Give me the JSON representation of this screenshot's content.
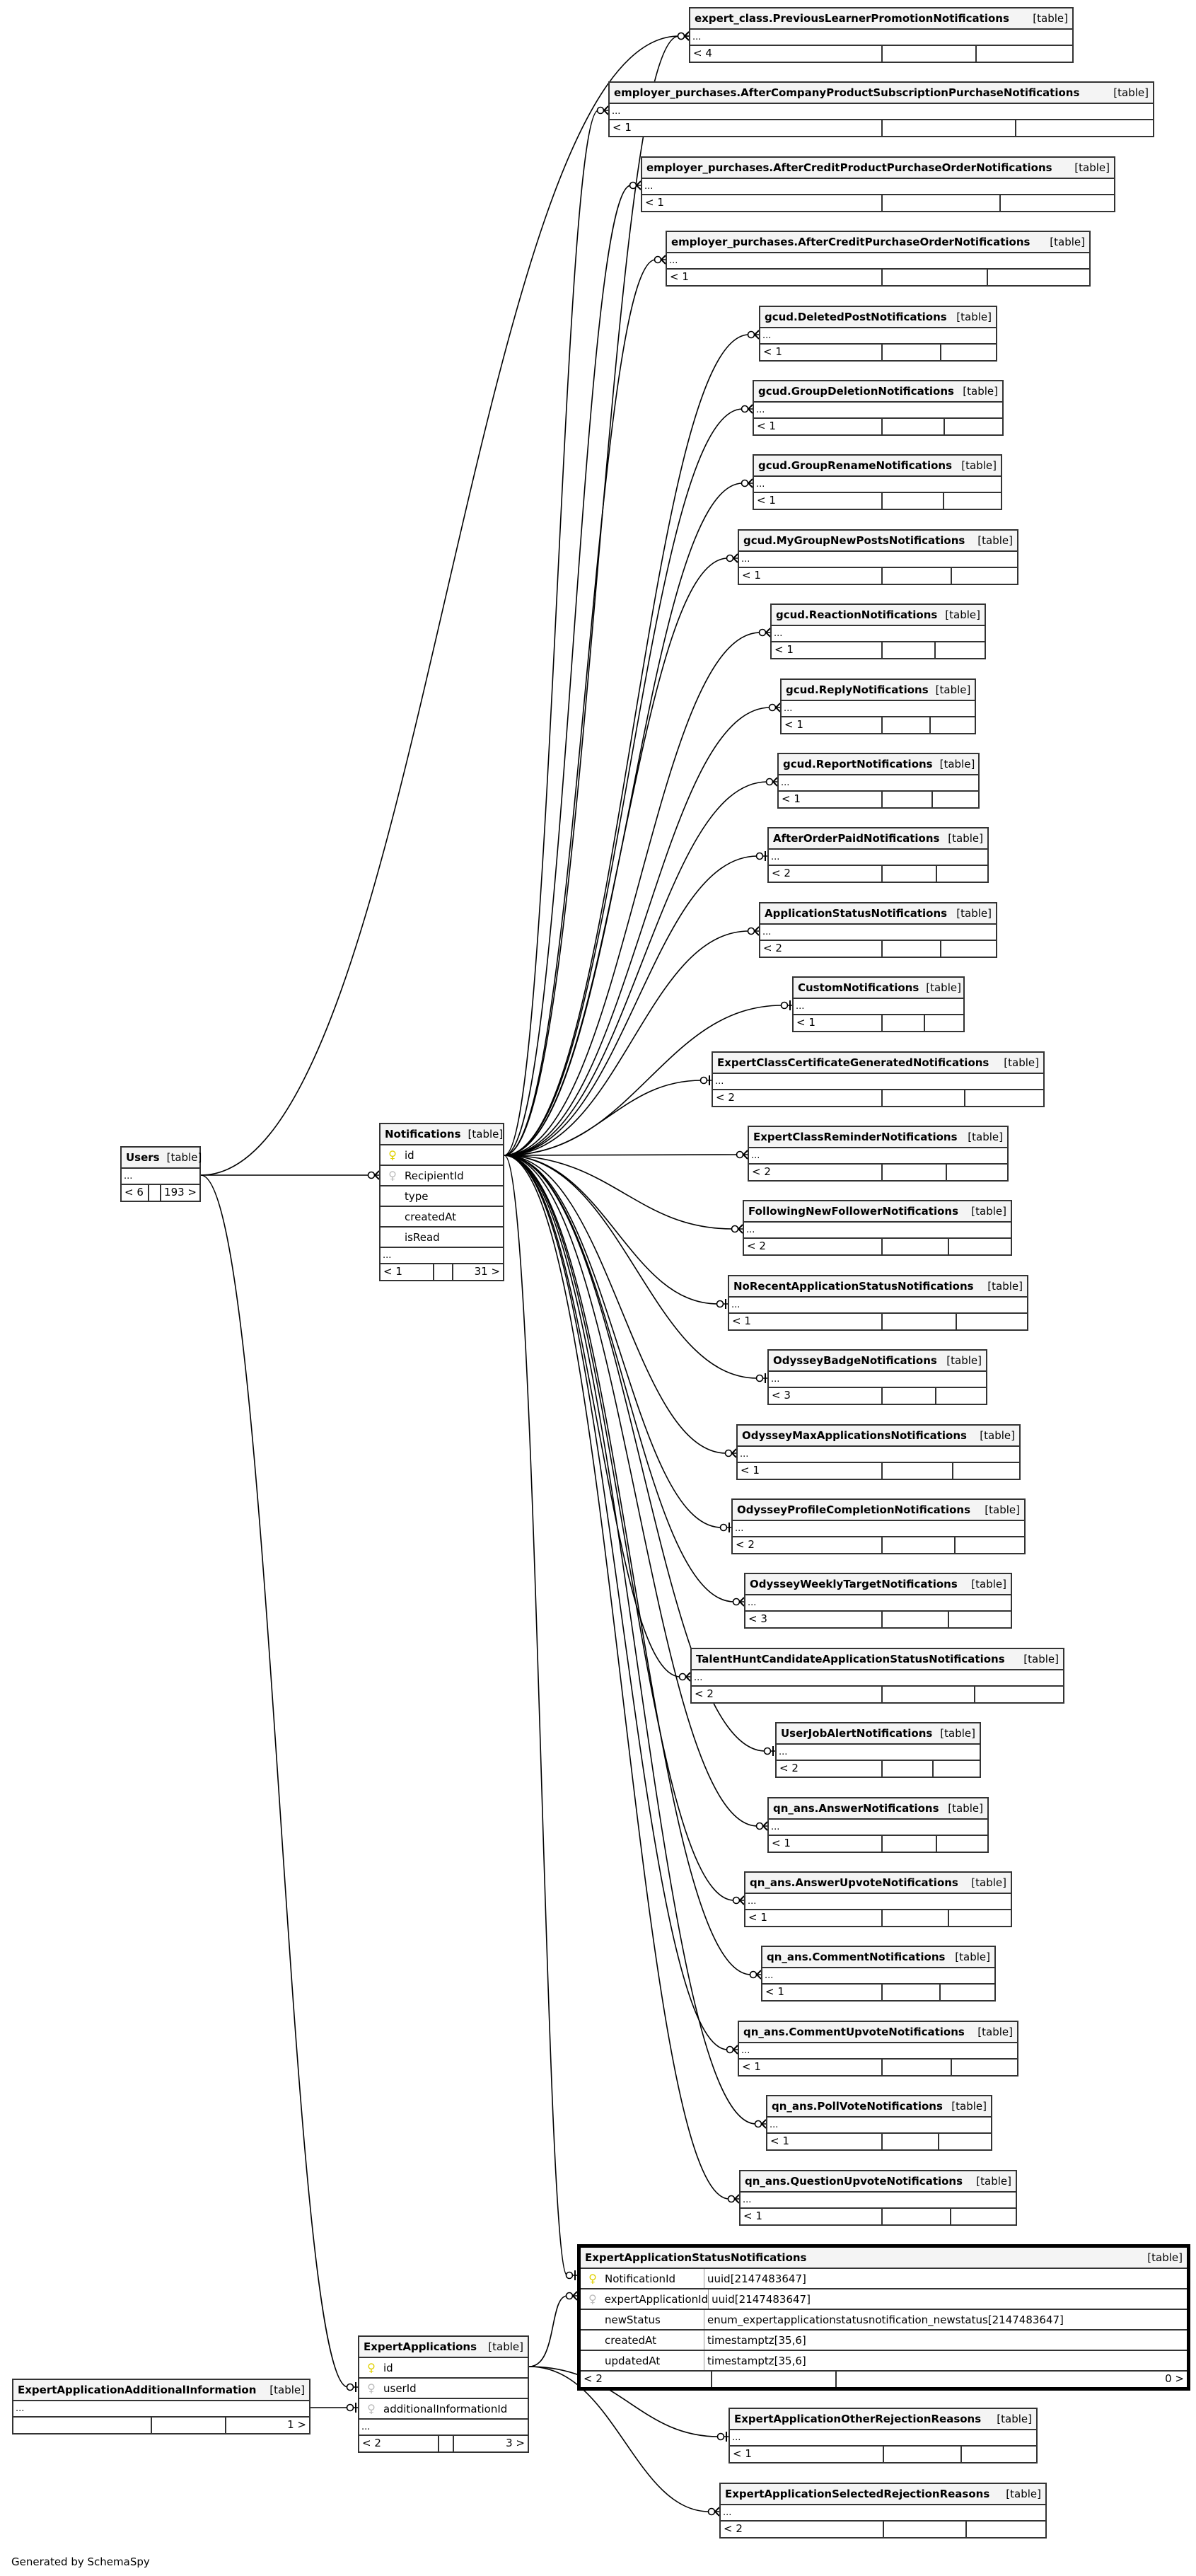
{
  "table_tag": "[table]",
  "dots": "...",
  "generated_by": "Generated by SchemaSpy",
  "tables": [
    {
      "name": "expert_class.PreviousLearnerPromotionNotifications",
      "footer": [
        "< 4",
        "",
        ""
      ]
    },
    {
      "name": "employer_purchases.AfterCompanyProductSubscriptionPurchaseNotifications",
      "footer": [
        "< 1",
        "",
        ""
      ]
    },
    {
      "name": "employer_purchases.AfterCreditProductPurchaseOrderNotifications",
      "footer": [
        "< 1",
        "",
        ""
      ]
    },
    {
      "name": "employer_purchases.AfterCreditPurchaseOrderNotifications",
      "footer": [
        "< 1",
        "",
        ""
      ]
    },
    {
      "name": "gcud.DeletedPostNotifications",
      "footer": [
        "< 1",
        "",
        ""
      ]
    },
    {
      "name": "gcud.GroupDeletionNotifications",
      "footer": [
        "< 1",
        "",
        ""
      ]
    },
    {
      "name": "gcud.GroupRenameNotifications",
      "footer": [
        "< 1",
        "",
        ""
      ]
    },
    {
      "name": "gcud.MyGroupNewPostsNotifications",
      "footer": [
        "< 1",
        "",
        ""
      ]
    },
    {
      "name": "gcud.ReactionNotifications",
      "footer": [
        "< 1",
        "",
        ""
      ]
    },
    {
      "name": "gcud.ReplyNotifications",
      "footer": [
        "< 1",
        "",
        ""
      ]
    },
    {
      "name": "gcud.ReportNotifications",
      "footer": [
        "< 1",
        "",
        ""
      ]
    },
    {
      "name": "AfterOrderPaidNotifications",
      "footer": [
        "< 2",
        "",
        ""
      ]
    },
    {
      "name": "ApplicationStatusNotifications",
      "footer": [
        "< 2",
        "",
        ""
      ]
    },
    {
      "name": "CustomNotifications",
      "footer": [
        "< 1",
        "",
        ""
      ]
    },
    {
      "name": "ExpertClassCertificateGeneratedNotifications",
      "footer": [
        "< 2",
        "",
        ""
      ]
    },
    {
      "name": "ExpertClassReminderNotifications",
      "footer": [
        "< 2",
        "",
        ""
      ]
    },
    {
      "name": "FollowingNewFollowerNotifications",
      "footer": [
        "< 2",
        "",
        ""
      ]
    },
    {
      "name": "NoRecentApplicationStatusNotifications",
      "footer": [
        "< 1",
        "",
        ""
      ]
    },
    {
      "name": "OdysseyBadgeNotifications",
      "footer": [
        "< 3",
        "",
        ""
      ]
    },
    {
      "name": "OdysseyMaxApplicationsNotifications",
      "footer": [
        "< 1",
        "",
        ""
      ]
    },
    {
      "name": "OdysseyProfileCompletionNotifications",
      "footer": [
        "< 2",
        "",
        ""
      ]
    },
    {
      "name": "OdysseyWeeklyTargetNotifications",
      "footer": [
        "< 3",
        "",
        ""
      ]
    },
    {
      "name": "TalentHuntCandidateApplicationStatusNotifications",
      "footer": [
        "< 2",
        "",
        ""
      ]
    },
    {
      "name": "UserJobAlertNotifications",
      "footer": [
        "< 2",
        "",
        ""
      ]
    },
    {
      "name": "qn_ans.AnswerNotifications",
      "footer": [
        "< 1",
        "",
        ""
      ]
    },
    {
      "name": "qn_ans.AnswerUpvoteNotifications",
      "footer": [
        "< 1",
        "",
        ""
      ]
    },
    {
      "name": "qn_ans.CommentNotifications",
      "footer": [
        "< 1",
        "",
        ""
      ]
    },
    {
      "name": "qn_ans.CommentUpvoteNotifications",
      "footer": [
        "< 1",
        "",
        ""
      ]
    },
    {
      "name": "qn_ans.PollVoteNotifications",
      "footer": [
        "< 1",
        "",
        ""
      ]
    },
    {
      "name": "qn_ans.QuestionUpvoteNotifications",
      "footer": [
        "< 1",
        "",
        ""
      ]
    },
    {
      "name": "Users",
      "footer": [
        "< 6",
        "",
        "193 >"
      ]
    },
    {
      "name": "Notifications",
      "columns": [
        {
          "name": "id",
          "key": "primary-key"
        },
        {
          "name": "RecipientId",
          "key": "foreign-key"
        },
        {
          "name": "type"
        },
        {
          "name": "createdAt"
        },
        {
          "name": "isRead"
        }
      ],
      "footer": [
        "< 1",
        "",
        "31 >"
      ]
    },
    {
      "name": "ExpertApplicationStatusNotifications",
      "columns": [
        {
          "name": "NotificationId",
          "type": "uuid[2147483647]",
          "key": "primary-key"
        },
        {
          "name": "expertApplicationId",
          "type": "uuid[2147483647]",
          "key": "foreign-key"
        },
        {
          "name": "newStatus",
          "type": "enum_expertapplicationstatusnotification_newstatus[2147483647]"
        },
        {
          "name": "createdAt",
          "type": "timestamptz[35,6]"
        },
        {
          "name": "updatedAt",
          "type": "timestamptz[35,6]"
        }
      ],
      "footer": [
        "< 2",
        "",
        "0 >"
      ],
      "no_dots": true
    },
    {
      "name": "ExpertApplications",
      "columns": [
        {
          "name": "id",
          "key": "primary-key"
        },
        {
          "name": "userId",
          "key": "foreign-key"
        },
        {
          "name": "additionalInformationId",
          "key": "foreign-key"
        }
      ],
      "footer": [
        "< 2",
        "",
        "3 >"
      ]
    },
    {
      "name": "ExpertApplicationAdditionalInformation",
      "footer": [
        "",
        "",
        "1 >"
      ]
    },
    {
      "name": "ExpertApplicationOtherRejectionReasons",
      "footer": [
        "< 1",
        "",
        ""
      ]
    },
    {
      "name": "ExpertApplicationSelectedRejectionReasons",
      "footer": [
        "< 2",
        "",
        ""
      ]
    }
  ]
}
